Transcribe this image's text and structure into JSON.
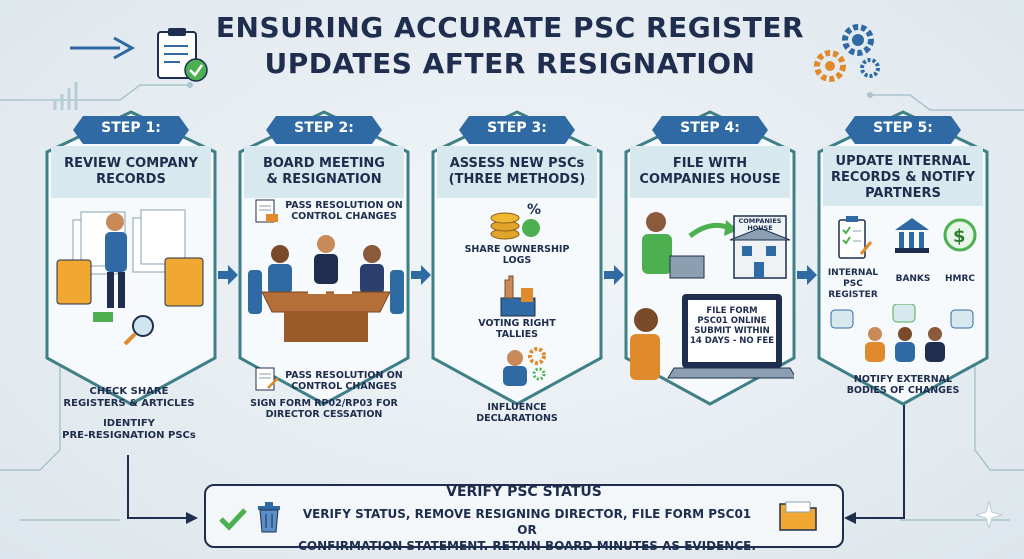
{
  "title": {
    "line1": "ENSURING ACCURATE PSC REGISTER",
    "line2": "UPDATES AFTER RESIGNATION"
  },
  "steps": [
    {
      "label": "STEP 1:",
      "head1": "REVIEW COMPANY",
      "head2": "RECORDS",
      "head3": ""
    },
    {
      "label": "STEP 2:",
      "head1": "BOARD MEETING",
      "head2": "& RESIGNATION",
      "head3": "",
      "notes": [
        "PASS RESOLUTION ON",
        "CONTROL CHANGES",
        "PASS RESOLUTION ON",
        "CONTROL CHANGES",
        "SIGN FORM RP02/RP03 FOR",
        "DIRECTOR CESSATION"
      ]
    },
    {
      "label": "STEP 3:",
      "head1": "ASSESS NEW PSCs",
      "head2": "(THREE METHODS)",
      "head3": "",
      "notes": [
        "SHARE OWNERSHIP",
        "LOGS",
        "VOTING RIGHT",
        "TALLIES",
        "INFLUENCE",
        "DECLARATIONS"
      ]
    },
    {
      "label": "STEP 4:",
      "head1": "FILE WITH",
      "head2": "COMPANIES HOUSE",
      "head3": "",
      "notes": [
        "COMPANIES",
        "HOUSE",
        "FILE FORM",
        "PSC01 ONLINE",
        "SUBMIT WITHIN",
        "14 DAYS - NO FEE"
      ]
    },
    {
      "label": "STEP 5:",
      "head1": "UPDATE INTERNAL",
      "head2": "RECORDS & NOTIFY",
      "head3": "PARTNERS",
      "notes": [
        "INTERNAL",
        "PSC REGISTER",
        "BANKS",
        "HMRC",
        "NOTIFY EXTERNAL",
        "BODIES OF CHANGES"
      ]
    }
  ],
  "step1_below": [
    "CHECK SHARE",
    "REGISTERS & ARTICLES",
    "IDENTIFY",
    "PRE-RESIGNATION PSCs"
  ],
  "bottom": {
    "title": "VERIFY PSC STATUS",
    "line1": "VERIFY STATUS, REMOVE RESIGNING DIRECTOR, FILE FORM PSC01 OR",
    "line2": "CONFIRMATION STATEMENT. RETAIN BOARD MINUTES AS EVIDENCE."
  },
  "colors": {
    "navy": "#1f2e4e",
    "tealBorder": "#3f7f86",
    "stepBlue": "#2f6aa5",
    "headBg": "#d7e9ee",
    "green": "#4caf50"
  }
}
